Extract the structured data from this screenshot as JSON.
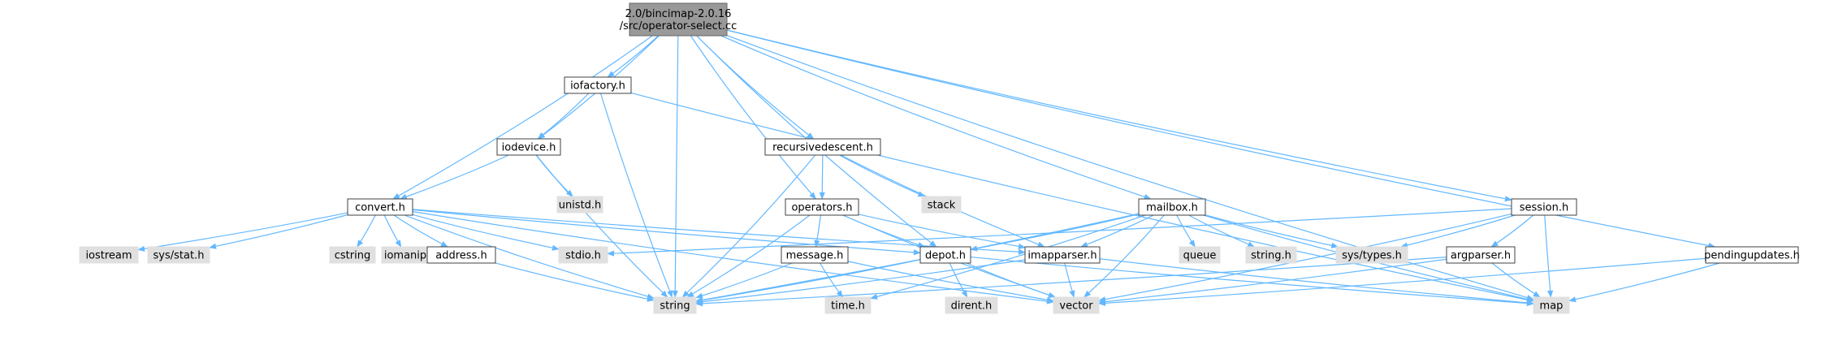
{
  "colors": {
    "root_fill": "#999999",
    "node_fill": "#ffffff",
    "external_fill": "#e0e0e0",
    "border": "#666666",
    "border_dark": "#404040",
    "edge": "#63b8ff"
  },
  "nodes": {
    "root": {
      "lines": [
        "2.0/bincimap-2.0.16",
        "/src/operator-select.cc"
      ],
      "kind": "root"
    },
    "iofactory": {
      "lines": [
        "iofactory.h"
      ],
      "kind": "internal"
    },
    "iodevice": {
      "lines": [
        "iodevice.h"
      ],
      "kind": "internal"
    },
    "recursivedescent": {
      "lines": [
        "recursivedescent.h"
      ],
      "kind": "internal"
    },
    "unistd": {
      "lines": [
        "unistd.h"
      ],
      "kind": "external"
    },
    "stack": {
      "lines": [
        "stack"
      ],
      "kind": "external"
    },
    "convert": {
      "lines": [
        "convert.h"
      ],
      "kind": "internal"
    },
    "operators": {
      "lines": [
        "operators.h"
      ],
      "kind": "internal"
    },
    "mailbox": {
      "lines": [
        "mailbox.h"
      ],
      "kind": "internal"
    },
    "session": {
      "lines": [
        "session.h"
      ],
      "kind": "internal"
    },
    "iostream": {
      "lines": [
        "iostream"
      ],
      "kind": "external"
    },
    "sysstat": {
      "lines": [
        "sys/stat.h"
      ],
      "kind": "external"
    },
    "cstring": {
      "lines": [
        "cstring"
      ],
      "kind": "external"
    },
    "iomanip": {
      "lines": [
        "iomanip"
      ],
      "kind": "external"
    },
    "address": {
      "lines": [
        "address.h"
      ],
      "kind": "internal"
    },
    "stdio": {
      "lines": [
        "stdio.h"
      ],
      "kind": "external"
    },
    "message": {
      "lines": [
        "message.h"
      ],
      "kind": "internal"
    },
    "depot": {
      "lines": [
        "depot.h"
      ],
      "kind": "internal"
    },
    "imapparser": {
      "lines": [
        "imapparser.h"
      ],
      "kind": "internal"
    },
    "queue": {
      "lines": [
        "queue"
      ],
      "kind": "external"
    },
    "stringh": {
      "lines": [
        "string.h"
      ],
      "kind": "external"
    },
    "systypes": {
      "lines": [
        "sys/types.h"
      ],
      "kind": "external"
    },
    "argparser": {
      "lines": [
        "argparser.h"
      ],
      "kind": "internal"
    },
    "pendingupdates": {
      "lines": [
        "pendingupdates.h"
      ],
      "kind": "internal"
    },
    "string": {
      "lines": [
        "string"
      ],
      "kind": "external"
    },
    "timeh": {
      "lines": [
        "time.h"
      ],
      "kind": "external"
    },
    "dirent": {
      "lines": [
        "dirent.h"
      ],
      "kind": "external"
    },
    "vector": {
      "lines": [
        "vector"
      ],
      "kind": "external"
    },
    "map": {
      "lines": [
        "map"
      ],
      "kind": "external"
    }
  },
  "edges": [
    [
      "root",
      "string"
    ],
    [
      "root",
      "iofactory"
    ],
    [
      "root",
      "iodevice"
    ],
    [
      "root",
      "convert"
    ],
    [
      "root",
      "recursivedescent"
    ],
    [
      "root",
      "operators"
    ],
    [
      "root",
      "depot"
    ],
    [
      "root",
      "mailbox"
    ],
    [
      "root",
      "session"
    ],
    [
      "root",
      "pendingupdates"
    ],
    [
      "root",
      "map"
    ],
    [
      "iofactory",
      "iodevice"
    ],
    [
      "iofactory",
      "string"
    ],
    [
      "iofactory",
      "map"
    ],
    [
      "iodevice",
      "convert"
    ],
    [
      "iodevice",
      "unistd"
    ],
    [
      "iodevice",
      "string"
    ],
    [
      "recursivedescent",
      "operators"
    ],
    [
      "recursivedescent",
      "stack"
    ],
    [
      "recursivedescent",
      "imapparser"
    ],
    [
      "recursivedescent",
      "string"
    ],
    [
      "convert",
      "iostream"
    ],
    [
      "convert",
      "sysstat"
    ],
    [
      "convert",
      "cstring"
    ],
    [
      "convert",
      "iomanip"
    ],
    [
      "convert",
      "address"
    ],
    [
      "convert",
      "stdio"
    ],
    [
      "convert",
      "string"
    ],
    [
      "convert",
      "depot"
    ],
    [
      "convert",
      "imapparser"
    ],
    [
      "convert",
      "vector"
    ],
    [
      "operators",
      "message"
    ],
    [
      "operators",
      "depot"
    ],
    [
      "operators",
      "imapparser"
    ],
    [
      "operators",
      "string"
    ],
    [
      "operators",
      "vector"
    ],
    [
      "mailbox",
      "imapparser"
    ],
    [
      "mailbox",
      "queue"
    ],
    [
      "mailbox",
      "stringh"
    ],
    [
      "mailbox",
      "systypes"
    ],
    [
      "mailbox",
      "string"
    ],
    [
      "mailbox",
      "map"
    ],
    [
      "mailbox",
      "vector"
    ],
    [
      "mailbox",
      "timeh"
    ],
    [
      "mailbox",
      "depot"
    ],
    [
      "session",
      "argparser"
    ],
    [
      "session",
      "systypes"
    ],
    [
      "session",
      "map"
    ],
    [
      "session",
      "vector"
    ],
    [
      "session",
      "stdio"
    ],
    [
      "address",
      "string"
    ],
    [
      "message",
      "string"
    ],
    [
      "message",
      "timeh"
    ],
    [
      "message",
      "vector"
    ],
    [
      "depot",
      "dirent"
    ],
    [
      "depot",
      "string"
    ],
    [
      "depot",
      "vector"
    ],
    [
      "depot",
      "map"
    ],
    [
      "imapparser",
      "string"
    ],
    [
      "imapparser",
      "vector"
    ],
    [
      "imapparser",
      "map"
    ],
    [
      "argparser",
      "string"
    ],
    [
      "argparser",
      "vector"
    ],
    [
      "argparser",
      "map"
    ],
    [
      "pendingupdates",
      "vector"
    ],
    [
      "pendingupdates",
      "map"
    ]
  ]
}
